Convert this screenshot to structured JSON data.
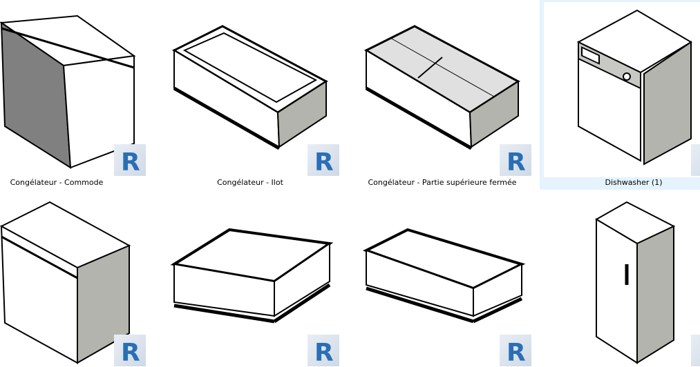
{
  "items": [
    {
      "label": "Congélateur - Commode",
      "icon": "revit-file-icon",
      "thumbnail": "chest-freezer"
    },
    {
      "label": "Congélateur - Ilot",
      "icon": "revit-file-icon",
      "thumbnail": "island-freezer-open"
    },
    {
      "label": "Congélateur - Partie supérieure fermée",
      "icon": "revit-file-icon",
      "thumbnail": "island-freezer-closed"
    },
    {
      "label": "Dishwasher (1)",
      "icon": "revit-file-icon",
      "thumbnail": "dishwasher",
      "selected": true
    },
    {
      "label": "",
      "icon": "revit-file-icon",
      "thumbnail": "chest-freezer-lid"
    },
    {
      "label": "",
      "icon": "revit-file-icon",
      "thumbnail": "island-freezer-rounded"
    },
    {
      "label": "",
      "icon": "revit-file-icon",
      "thumbnail": "island-freezer-open-2"
    },
    {
      "label": "",
      "icon": "revit-file-icon",
      "thumbnail": "refrigerator"
    }
  ],
  "colors": {
    "selection": "#e5f3ff",
    "side_shade": "#b4b4ae",
    "revit_blue": "#2a6fb5"
  }
}
